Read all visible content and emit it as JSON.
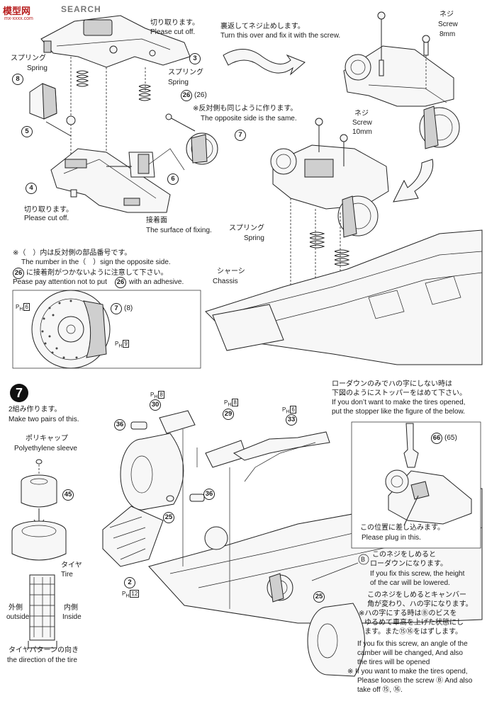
{
  "watermark": {
    "logo": "模型网",
    "search": "SEARCH",
    "site": "mx-xxxx.com"
  },
  "top_left": {
    "cut_off_jp_top": "切り取ります。",
    "cut_off_en_top": "Please cut off.",
    "spring_jp_left": "スプリング",
    "spring_en_left": "Spring",
    "spring_jp_right": "スプリング",
    "spring_en_right": "Spring",
    "same_jp": "※反対側も同じように作ります。",
    "same_en": "The opposite side is the same.",
    "cut_off_jp_bottom": "切り取ります。",
    "cut_off_en_bottom": "Please cut off.",
    "fixing_jp": "接着面",
    "fixing_en": "The surface of fixing.",
    "parts": [
      "3",
      "8",
      "5",
      "4",
      "6",
      "7"
    ],
    "part26": "26",
    "part26_paren": "(26)"
  },
  "notes": {
    "line1_jp": "※（　）内は反対側の部品番号です。",
    "line1_en_a": "The number in the（　）sign the opposite side.",
    "line2_jp": "に接着剤がつかないように注意して下さい。",
    "line2_en": "Pease pay attention not to put",
    "line2_en_end": "with an adhesive.",
    "num26": "26"
  },
  "brake_box": {
    "ph6": "6",
    "ph9": "9",
    "part7": "7",
    "part8": "(8)"
  },
  "top_right": {
    "flip_jp": "裏返してネジ止めします。",
    "flip_en": "Turn this over and fix it with the screw.",
    "screw8_jp": "ネジ",
    "screw8_en": "Screw",
    "screw8_size": "8mm",
    "screw10_jp": "ネジ",
    "screw10_en": "Screw",
    "screw10_size": "10mm",
    "spring_jp": "スプリング",
    "spring_en": "Spring",
    "chassis_jp": "シャーシ",
    "chassis_en": "Chassis"
  },
  "step7": {
    "badge": "7",
    "two_sets_jp": "2組み作ります。",
    "two_sets_en": "Make two pairs of this.",
    "cap_jp": "ポリキャップ",
    "cap_en": "Polyethylene sleeve",
    "part45": "45",
    "tire_jp": "タイヤ",
    "tire_en": "Tire",
    "outside_jp": "外側",
    "outside_en": "outside",
    "inside_jp": "内側",
    "inside_en": "Inside",
    "pattern_jp": "タイヤパターンの向き",
    "pattern_en": "the direction of the tire",
    "part30": "30",
    "part29": "29",
    "part33": "33",
    "part36a": "36",
    "part36b": "36",
    "part25a": "25",
    "part25b": "25",
    "part2": "2",
    "ph8a": "8",
    "ph8b": "8",
    "ph6": "6",
    "ph12": "12"
  },
  "lowdown": {
    "jp1": "ローダウンのみでハの字にしない時は",
    "jp2": "下図のようにストッパーをはめて下さい。",
    "en1": "If you don’t want to make the tires opened,",
    "en2": "put the stopper like the figure of the below.",
    "part66": "66",
    "part65": "(65)",
    "plug_jp": "この位置に差し込みます。",
    "plug_en": "Please plug in this."
  },
  "screw_b": {
    "b": "B",
    "jp1": "このネジをしめると",
    "jp2": "ローダウンになります。",
    "en1": "If you fix this screw, the height",
    "en2": "of the car will be lowered.",
    "camber_jp1": "このネジをしめるとキャンバー",
    "camber_jp2": "角が変わり、ハの字になります。",
    "camber_jp3": "※ハの字にする時はⒷのビスを",
    "camber_jp4": "ゆるめて車高を上げた状態にし",
    "camber_jp5": "ます。また⑮⑯をはずします。",
    "camber_en1": "If you fix this screw, an angle of the",
    "camber_en2": "camber will be changed, And also",
    "camber_en3": "the tires will be opened",
    "camber_en4": "※ If you want to make the tires opend,",
    "camber_en5": "Please loosen the screw Ⓑ And also",
    "camber_en6": "take off ⑮, ⑯."
  }
}
